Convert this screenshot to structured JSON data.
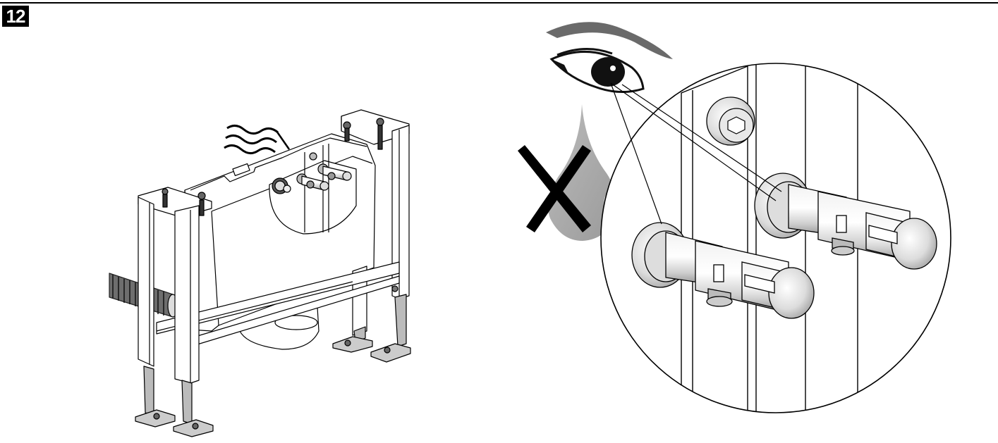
{
  "step": {
    "number": "12"
  },
  "illustrations": {
    "left": "installation-frame-with-cistern-and-angle-valves",
    "right_detail": "magnified-angle-valves",
    "eye_icon": "eye-icon",
    "drop_icon": "water-drop-icon",
    "cross_icon": "cross-icon"
  },
  "colors": {
    "line": "#000000",
    "drop": "#aaaaaa",
    "metal_light": "#e6e6e6",
    "metal_mid": "#c4c4c4",
    "metal_dark": "#8a8a8a"
  }
}
